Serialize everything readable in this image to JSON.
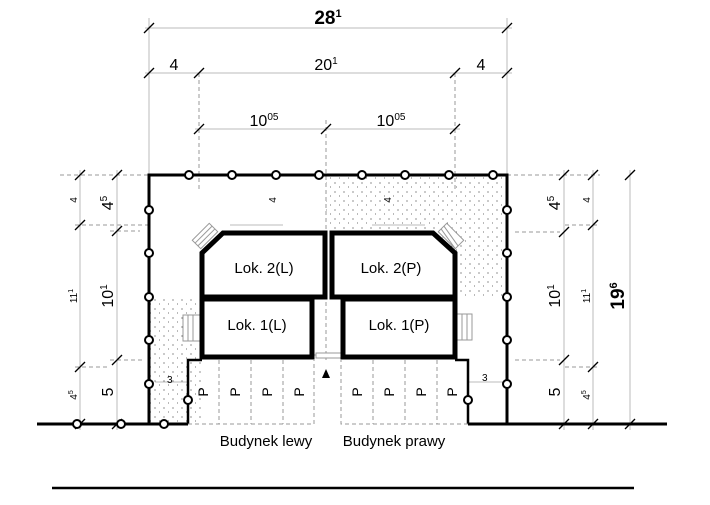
{
  "dimensions": {
    "total_width": {
      "main": "28",
      "sup": "1"
    },
    "side_left": {
      "main": "4",
      "sup": ""
    },
    "middle": {
      "main": "20",
      "sup": "1"
    },
    "side_right": {
      "main": "4",
      "sup": ""
    },
    "half_left": {
      "main": "10",
      "sup": "05"
    },
    "half_right": {
      "main": "10",
      "sup": "05"
    },
    "left_outer": [
      {
        "main": "4",
        "sup": ""
      },
      {
        "main": "11",
        "sup": "1"
      },
      {
        "main": "4",
        "sup": "5"
      }
    ],
    "left_inner": [
      {
        "main": "4",
        "sup": "5"
      },
      {
        "main": "10",
        "sup": "1"
      },
      {
        "main": "5",
        "sup": ""
      }
    ],
    "right_inner": [
      {
        "main": "4",
        "sup": "5"
      },
      {
        "main": "10",
        "sup": "1"
      },
      {
        "main": "5",
        "sup": ""
      }
    ],
    "right_outer": [
      {
        "main": "4",
        "sup": ""
      },
      {
        "main": "11",
        "sup": "1"
      },
      {
        "main": "4",
        "sup": "5"
      }
    ],
    "total_depth": {
      "main": "19",
      "sup": "6"
    },
    "setback_left": "4",
    "setback_right": "4",
    "side_gap_left": "3",
    "side_gap_right": "3"
  },
  "units": {
    "lok2_left": "Lok. 2(L)",
    "lok1_left": "Lok. 1(L)",
    "lok2_right": "Lok. 2(P)",
    "lok1_right": "Lok. 1(P)"
  },
  "parking_label": "P",
  "buildings": {
    "left": "Budynek lewy",
    "right": "Budynek prawy"
  }
}
